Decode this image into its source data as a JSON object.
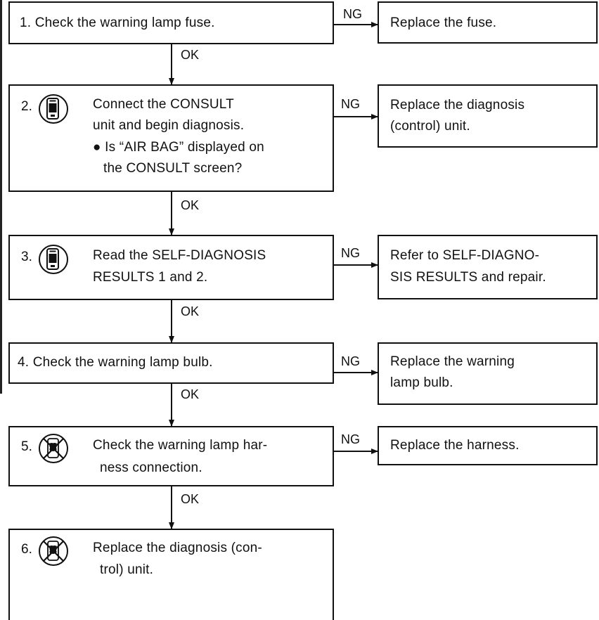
{
  "steps": [
    {
      "number": "1.",
      "text": [
        "1. Check the warning lamp fuse."
      ],
      "icon": null
    },
    {
      "number": "2.",
      "text": [
        "Connect the CONSULT",
        "unit and begin diagnosis.",
        "● Is “AIR BAG” displayed on",
        "the CONSULT screen?"
      ],
      "icon": "consult-tester-icon"
    },
    {
      "number": "3.",
      "text": [
        "Read the SELF-DIAGNOSIS",
        "RESULTS 1 and 2."
      ],
      "icon": "consult-tester-icon"
    },
    {
      "number": "4.",
      "text": [
        "4. Check the warning lamp bulb."
      ],
      "icon": null
    },
    {
      "number": "5.",
      "text": [
        "Check the warning lamp har-",
        "ness connection."
      ],
      "icon": "no-tester-icon"
    },
    {
      "number": "6.",
      "text": [
        "Replace the diagnosis (con-",
        "trol) unit."
      ],
      "icon": "no-tester-icon"
    }
  ],
  "actions": [
    {
      "text": [
        "Replace the fuse."
      ]
    },
    {
      "text": [
        "Replace the diagnosis",
        "(control) unit."
      ]
    },
    {
      "text": [
        "Refer to SELF-DIAGNO-",
        "SIS RESULTS and repair."
      ]
    },
    {
      "text": [
        "Replace the warning",
        "lamp bulb."
      ]
    },
    {
      "text": [
        "Replace the harness."
      ]
    }
  ],
  "labels": {
    "ng": "NG",
    "ok": "OK"
  }
}
